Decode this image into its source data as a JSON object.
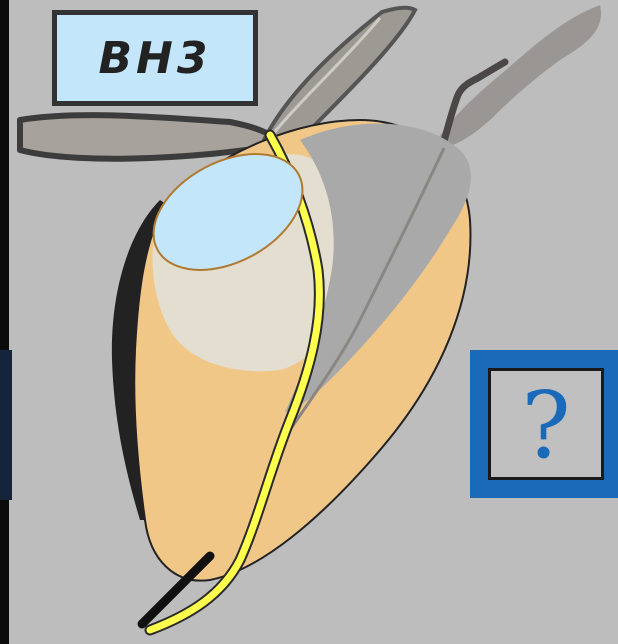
{
  "label_box": {
    "text": "BH3"
  },
  "question_box": {
    "text": "?"
  },
  "colors": {
    "background": "#bdbdbd",
    "label_fill": "#c3e6fb",
    "question_border": "#1b6ab9",
    "seed_orange": "#f1c788",
    "seed_cream": "#e3ded0",
    "seed_grey": "#a9a9a9",
    "yellow_strand": "#ffff4d",
    "oval_fill": "#c3e6fb",
    "oval_stroke": "#b07a30"
  },
  "icons": {
    "wing": "grey-wing-shape",
    "seed": "teardrop-shape",
    "strand": "yellow-strand",
    "plume": "grey-plume"
  }
}
